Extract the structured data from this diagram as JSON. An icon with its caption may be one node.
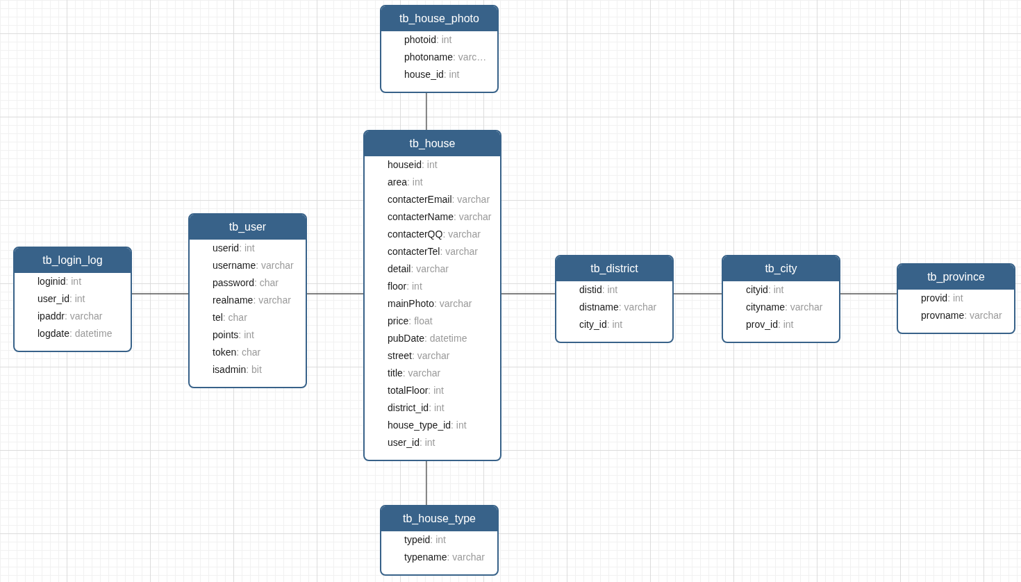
{
  "diagram": {
    "nodes": [
      {
        "text": [
          "tb_house_photo",
          "photoid: int",
          "photoname: varc…",
          "house_id: int"
        ]
      },
      {
        "text": [
          "tb_login_log",
          "loginid: int",
          "user_id: int",
          "ipaddr: varchar",
          "logdate: datetime"
        ]
      },
      {
        "text": [
          "tb_user",
          "userid: int",
          "username: varchar",
          "password: char",
          "realname: varchar",
          "tel: char",
          "points: int",
          "token: char",
          "isadmin: bit"
        ]
      },
      {
        "text": [
          "tb_house",
          "houseid: int",
          "area: int",
          "contacterEmail: varchar",
          "contacterName: varchar",
          "contacterQQ: varchar",
          "contacterTel: varchar",
          "detail: varchar",
          "floor: int",
          "mainPhoto: varchar",
          "price: float",
          "pubDate: datetime",
          "street: varchar",
          "title: varchar",
          "totalFloor: int",
          "district_id: int",
          "house_type_id: int",
          "user_id: int"
        ]
      },
      {
        "text": [
          "tb_district",
          "distid: int",
          "distname: varchar",
          "city_id: int"
        ]
      },
      {
        "text": [
          "tb_city",
          "cityid: int",
          "cityname: varchar",
          "prov_id: int"
        ]
      },
      {
        "text": [
          "tb_province",
          "provid: int",
          "provname: varchar"
        ]
      },
      {
        "text": [
          "tb_house_type",
          "typeid: int",
          "typename: varchar"
        ]
      }
    ],
    "edges": [
      {
        "from": 0,
        "to": 3,
        "arrow": "none"
      },
      {
        "from": 1,
        "to": 2,
        "arrow": "none"
      },
      {
        "from": 2,
        "to": 3,
        "arrow": "none"
      },
      {
        "from": 3,
        "to": 4,
        "arrow": "none"
      },
      {
        "from": 4,
        "to": 5,
        "arrow": "none"
      },
      {
        "from": 5,
        "to": 6,
        "arrow": "none"
      },
      {
        "from": 3,
        "to": 7,
        "arrow": "none"
      }
    ]
  }
}
